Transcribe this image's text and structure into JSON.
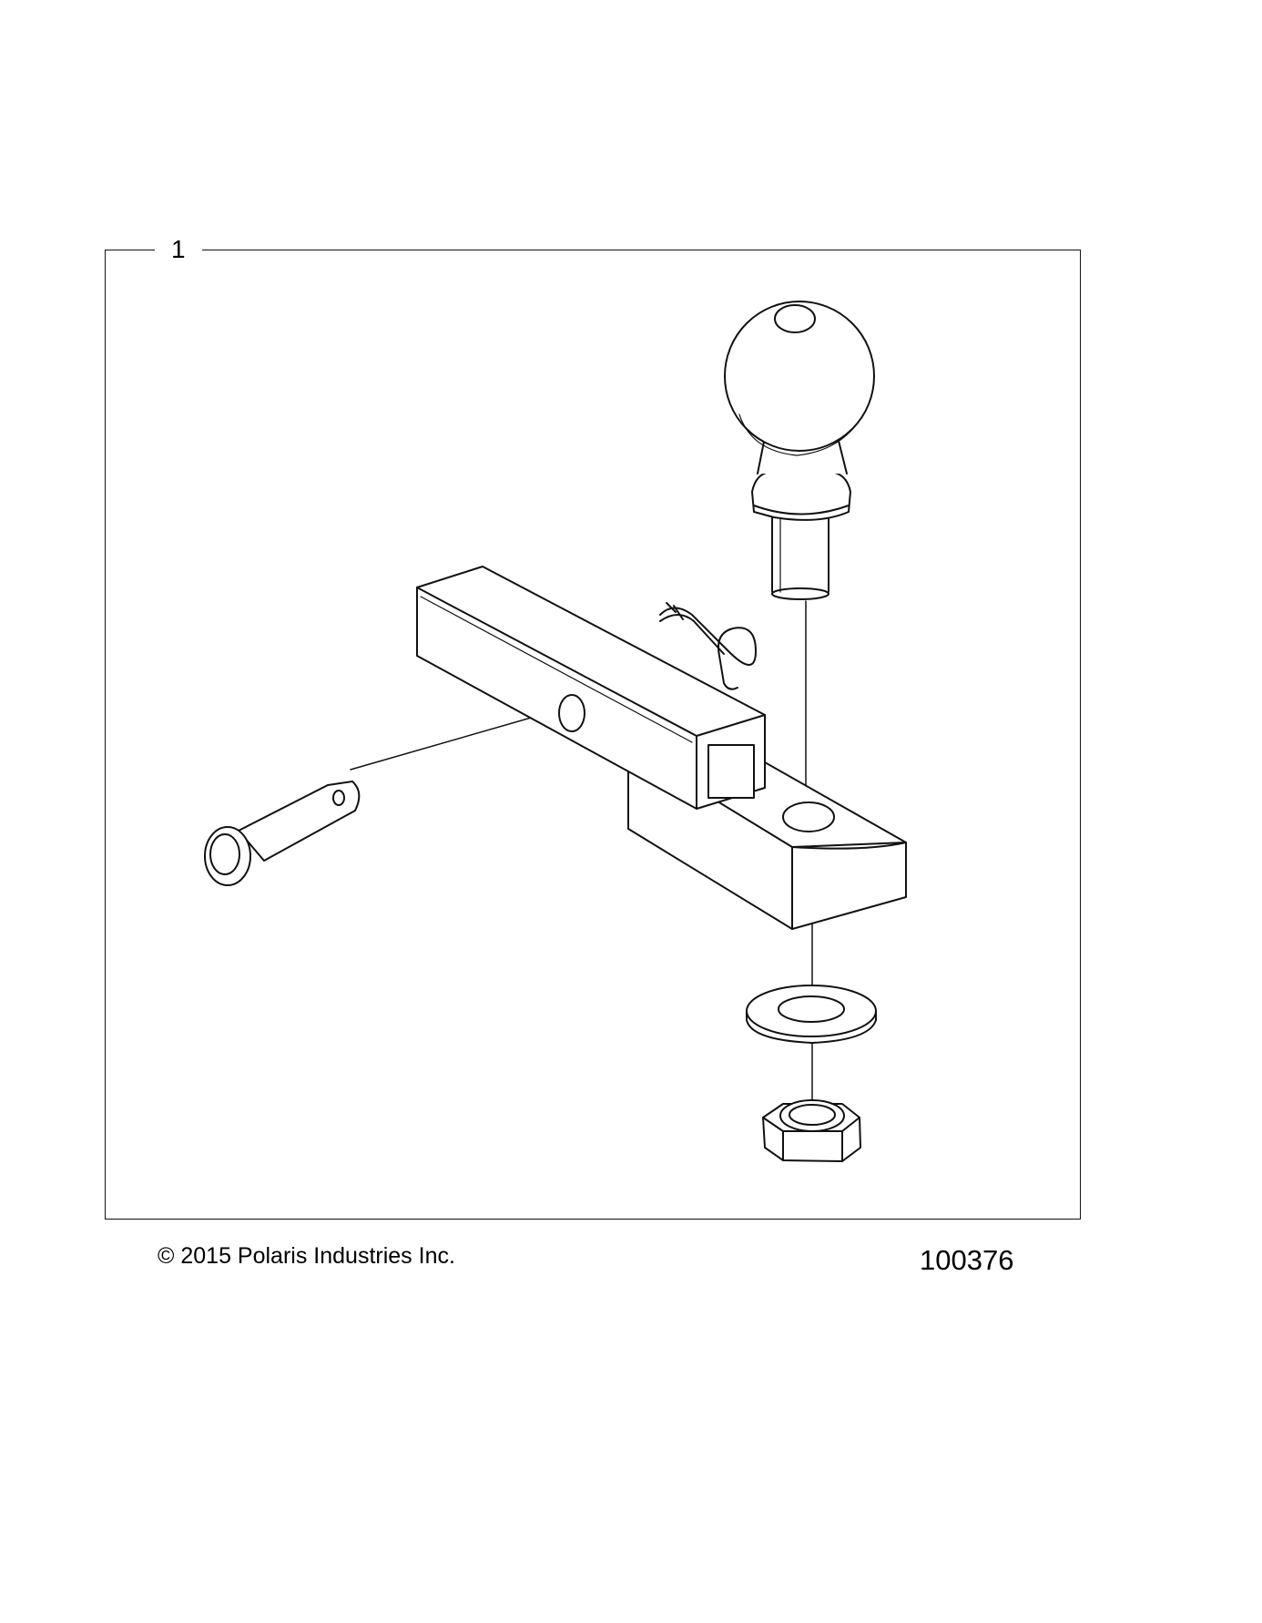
{
  "diagram": {
    "item_callout": "1",
    "parts": {
      "hitch_ball": "hitch-ball",
      "drawbar": "drawbar",
      "hitch_pin": "hitch-pin",
      "hair_pin_clip": "hair-pin-clip",
      "washer": "flat-washer",
      "nut": "hex-nut"
    }
  },
  "footer": {
    "copyright": "© 2015 Polaris Industries Inc.",
    "figure_number": "100376"
  }
}
